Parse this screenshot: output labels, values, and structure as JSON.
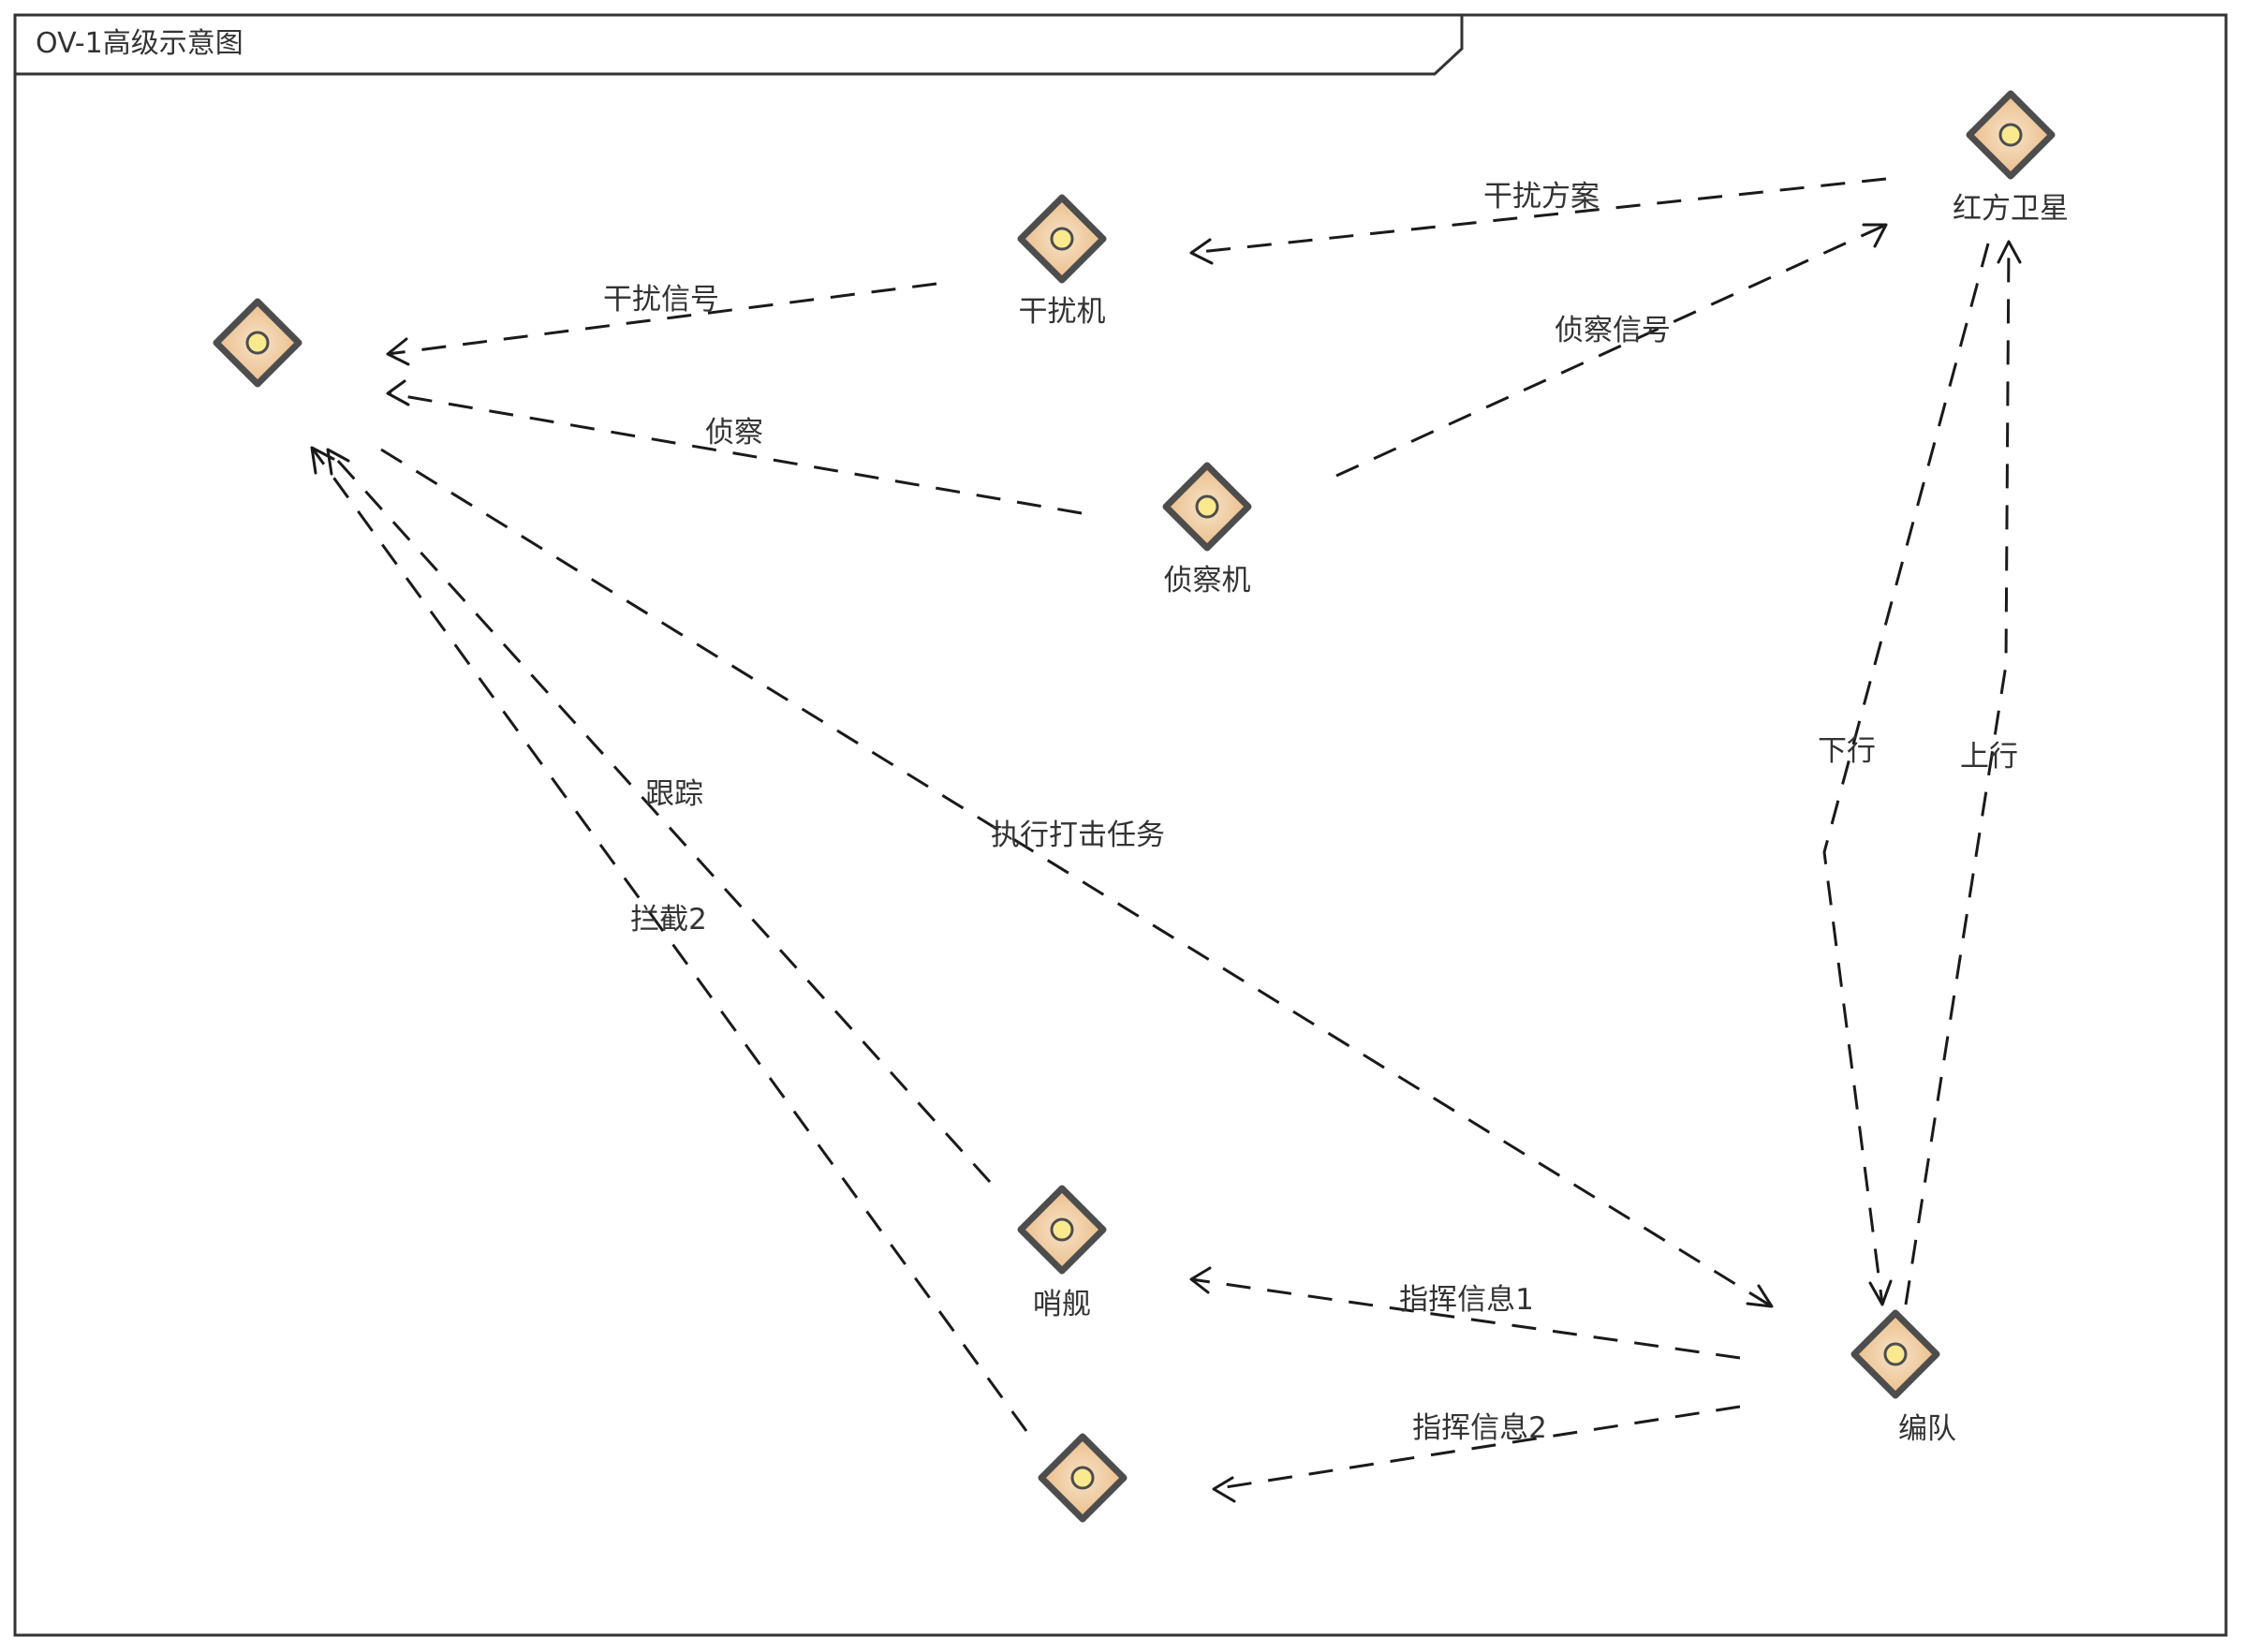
{
  "diagram": {
    "title": "OV-1高级示意图",
    "colors": {
      "node_fill_outer": "#e8b67e",
      "node_fill_inner": "#f7e3c9",
      "node_stroke": "#4d4d4d",
      "node_dot_fill": "#fbe98f",
      "edge_stroke": "#1a1a1a",
      "text": "#333333",
      "frame_stroke": "#333333"
    },
    "nodes": [
      {
        "id": "target",
        "label": "",
        "icon": "performer-diamond-icon"
      },
      {
        "id": "jammer",
        "label": "干扰机",
        "icon": "performer-diamond-icon"
      },
      {
        "id": "satellite",
        "label": "红方卫星",
        "icon": "performer-diamond-icon"
      },
      {
        "id": "recon",
        "label": "侦察机",
        "icon": "performer-diamond-icon"
      },
      {
        "id": "picket",
        "label": "哨舰",
        "icon": "performer-diamond-icon"
      },
      {
        "id": "interceptor",
        "label": "",
        "icon": "performer-diamond-icon"
      },
      {
        "id": "formation",
        "label": "编队",
        "icon": "performer-diamond-icon"
      }
    ],
    "edges": [
      {
        "id": "jam-signal",
        "label": "干扰信号",
        "from": "jammer",
        "to": "target",
        "style": "dashed-arrow"
      },
      {
        "id": "jam-plan",
        "label": "干扰方案",
        "from": "satellite",
        "to": "jammer",
        "style": "dashed-arrow"
      },
      {
        "id": "recon-signal",
        "label": "侦察信号",
        "from": "recon",
        "to": "satellite",
        "style": "dashed-arrow"
      },
      {
        "id": "recon",
        "label": "侦察",
        "from": "recon",
        "to": "target",
        "style": "dashed-arrow"
      },
      {
        "id": "strike",
        "label": "执行打击任务",
        "from": "target",
        "to": "formation",
        "style": "dashed-arrow"
      },
      {
        "id": "track",
        "label": "跟踪",
        "from": "picket",
        "to": "target",
        "style": "dashed-arrow"
      },
      {
        "id": "intercept2",
        "label": "拦截2",
        "from": "interceptor",
        "to": "target",
        "style": "dashed-arrow"
      },
      {
        "id": "downlink",
        "label": "下行",
        "from": "satellite",
        "to": "formation",
        "style": "dashed-arrow"
      },
      {
        "id": "uplink",
        "label": "上行",
        "from": "formation",
        "to": "satellite",
        "style": "dashed-arrow"
      },
      {
        "id": "cmd1",
        "label": "指挥信息1",
        "from": "formation",
        "to": "picket",
        "style": "dashed-arrow"
      },
      {
        "id": "cmd2",
        "label": "指挥信息2",
        "from": "formation",
        "to": "interceptor",
        "style": "dashed-arrow"
      }
    ]
  }
}
